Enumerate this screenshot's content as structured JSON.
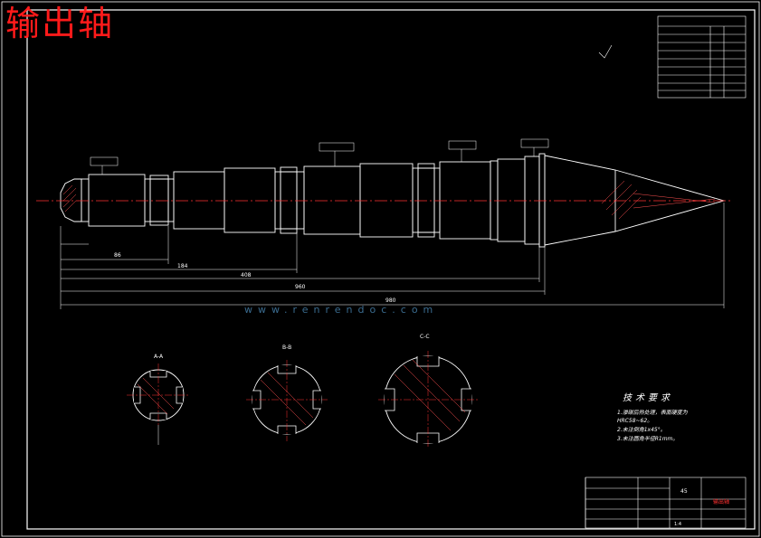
{
  "drawing": {
    "title": "输出轴",
    "watermark": "www.renrendoc.com",
    "line_color": "#ffffff",
    "centerline_color": "#ff3030",
    "hatch_color": "#ff5050",
    "title_color": "#ff1a1a",
    "watermark_color": "#3a6b8f"
  },
  "tech_requirements": {
    "heading": "技术要求",
    "lines": [
      "1.渗碳后热处理，表面硬度为",
      "HRC58~62。",
      "2.未注倒角1x45°。",
      "3.未注圆角半径R1mm。"
    ]
  },
  "sections": [
    {
      "label": "A-A"
    },
    {
      "label": "B-B"
    },
    {
      "label": "C-C"
    }
  ],
  "dimensions": {
    "total_length": "960",
    "overall_length": "980",
    "seg1": "86",
    "seg2": "184",
    "seg3": "408"
  },
  "title_block": {
    "part_name": "输出轴",
    "material": "45",
    "scale": "1:4"
  }
}
